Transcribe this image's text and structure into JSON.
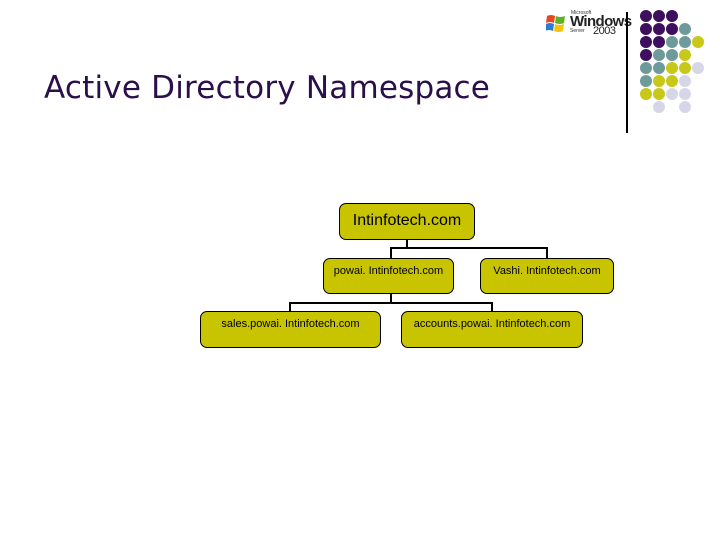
{
  "slide": {
    "title": "Active Directory Namespace"
  },
  "logo": {
    "brand_small": "Microsoft",
    "product": "Windows",
    "edition": "Server",
    "year": "2003",
    "icon": "windows-flag-icon"
  },
  "colors": {
    "title_text": "#2a0f4a",
    "node_fill": "#c8c400",
    "dot_purple": "#3d0f5e",
    "dot_teal": "#6f9a9a",
    "dot_yellow": "#c8c81a",
    "dot_lavender": "#d6d6e8"
  },
  "dot_grid": [
    [
      "P",
      "P",
      "P",
      "",
      ""
    ],
    [
      "P",
      "P",
      "P",
      "T",
      ""
    ],
    [
      "P",
      "P",
      "T",
      "T",
      "Y"
    ],
    [
      "P",
      "T",
      "T",
      "Y",
      ""
    ],
    [
      "T",
      "T",
      "Y",
      "Y",
      "L"
    ],
    [
      "T",
      "Y",
      "Y",
      "L",
      ""
    ],
    [
      "Y",
      "Y",
      "L",
      "L",
      ""
    ],
    [
      "",
      "L",
      "",
      "L",
      ""
    ]
  ],
  "tree": {
    "root": "Intinfotech.com",
    "level1": [
      "powai. Intinfotech.com",
      "Vashi. Intinfotech.com"
    ],
    "level2": [
      "sales.powai. Intinfotech.com",
      "accounts.powai. Intinfotech.com"
    ]
  }
}
